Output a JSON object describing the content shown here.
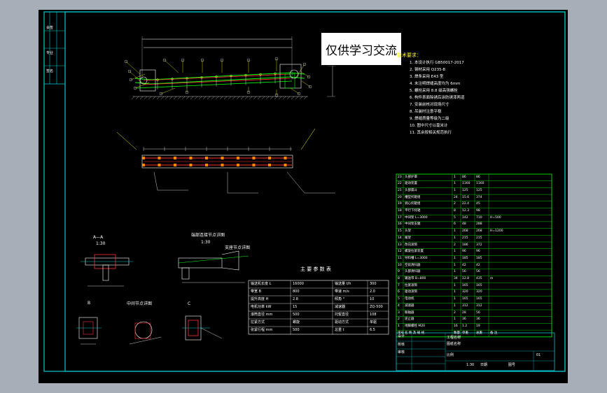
{
  "watermark": "仅供学习交流",
  "colors": {
    "frame": "#00c8d0",
    "outline": "#00ff00",
    "steel": "#ff3030",
    "dim": "#ffffff",
    "leader": "#ffff00",
    "bolt": "#ff8800",
    "bg": "#000000"
  },
  "notes": {
    "heading": "技术要求：",
    "lines": [
      "1. 本设计执行 GB50017-2017",
      "2. 钢材采用 Q235-B",
      "3. 焊条采用 E43 型",
      "4. 未注明焊缝高度均为 6mm",
      "5. 螺栓采用 8.8 级高强螺栓",
      "6. 构件表面除锈后涂防锈漆两道",
      "7. 安装前核对现场尺寸",
      "8. 吊装时注意平稳",
      "9. 焊缝质量等级为二级",
      "10. 图中尺寸以毫米计",
      "11. 其余按相关规范执行"
    ]
  },
  "section_labels": {
    "a": "A—A",
    "b": "B",
    "c": "C"
  },
  "scale_labels": {
    "s1": "1:30",
    "s2": "1:30"
  },
  "detail_labels": {
    "d1": "端部连接节点详图",
    "d2": "中间节点详图",
    "d3": "支座节点详图"
  },
  "param_table": {
    "title": "主 要 参 数 表",
    "rows": [
      [
        "输送机长度 L",
        "16000",
        "输送量 t/h",
        "300"
      ],
      [
        "带宽 B",
        "800",
        "带速 m/s",
        "2.0"
      ],
      [
        "提升高度 H",
        "2.8",
        "倾角 °",
        "10"
      ],
      [
        "电机功率 kW",
        "15",
        "减速器",
        "ZQ-500"
      ],
      [
        "滚筒直径 mm",
        "500",
        "托辊直径",
        "108"
      ],
      [
        "拉紧方式",
        "螺旋",
        "驱动方式",
        "单驱"
      ],
      [
        "张紧行程 mm",
        "500",
        "总重 t",
        "6.5"
      ]
    ]
  },
  "bom": {
    "headers": [
      "序号",
      "名 称 及 规 格",
      "数量",
      "单重",
      "总重",
      "备 注"
    ],
    "rows": [
      [
        "23",
        "头部护罩",
        "1",
        "86",
        "86",
        ""
      ],
      [
        "22",
        "驱动装置",
        "1",
        "1160",
        "1160",
        ""
      ],
      [
        "21",
        "头部漏斗",
        "1",
        "125",
        "125",
        ""
      ],
      [
        "20",
        "槽型托辊组",
        "24",
        "15.6",
        "374",
        ""
      ],
      [
        "19",
        "调心托辊组",
        "2",
        "22.4",
        "45",
        ""
      ],
      [
        "18",
        "平行下托辊",
        "8",
        "12.3",
        "98",
        ""
      ],
      [
        "17",
        "中间架 L=3000",
        "5",
        "142",
        "710",
        "H=500"
      ],
      [
        "16",
        "中间架支腿",
        "6",
        "48",
        "288",
        ""
      ],
      [
        "15",
        "头架",
        "1",
        "268",
        "268",
        "H=1200"
      ],
      [
        "14",
        "尾架",
        "1",
        "215",
        "215",
        ""
      ],
      [
        "13",
        "改向滚筒",
        "2",
        "186",
        "372",
        ""
      ],
      [
        "12",
        "螺旋拉紧装置",
        "1",
        "96",
        "96",
        ""
      ],
      [
        "11",
        "导料槽 L=3000",
        "1",
        "185",
        "185",
        ""
      ],
      [
        "10",
        "空段清扫器",
        "1",
        "42",
        "42",
        ""
      ],
      [
        "9",
        "头部清扫器",
        "1",
        "56",
        "56",
        ""
      ],
      [
        "8",
        "输送带 B=800",
        "34",
        "12.8",
        "435",
        "m"
      ],
      [
        "7",
        "拉紧滚筒",
        "1",
        "165",
        "165",
        ""
      ],
      [
        "6",
        "驱动滚筒",
        "1",
        "320",
        "320",
        ""
      ],
      [
        "5",
        "电动机",
        "1",
        "165",
        "165",
        ""
      ],
      [
        "4",
        "减速器",
        "1",
        "312",
        "312",
        ""
      ],
      [
        "3",
        "联轴器",
        "2",
        "28",
        "56",
        ""
      ],
      [
        "2",
        "逆止器",
        "1",
        "36",
        "36",
        ""
      ],
      [
        "1",
        "地脚螺栓 M20",
        "16",
        "1.2",
        "19",
        ""
      ]
    ]
  },
  "title_block": {
    "project_label": "工程名称",
    "drawing_label": "图纸名称",
    "design_label": "设计",
    "check_label": "校核",
    "approve_label": "审核",
    "scale_label": "比例",
    "date_label": "日期",
    "sheet_label": "图号",
    "scale_value": "1:30",
    "sheet_value": "01"
  },
  "left_strip": {
    "c1": "会签",
    "c2": "专业",
    "c3": "签名"
  }
}
